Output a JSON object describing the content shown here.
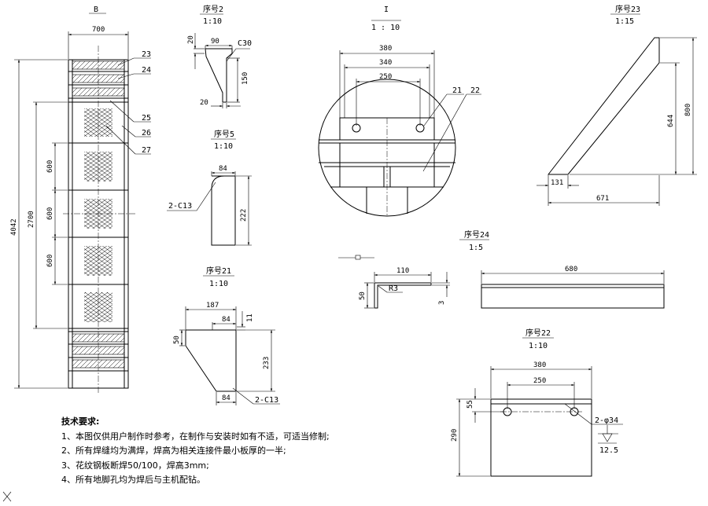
{
  "views": {
    "b": {
      "label": "B",
      "dim_width": "700",
      "dim_total": "4042",
      "dim_mid": "2700",
      "dim_a": "600",
      "dim_b": "600",
      "dim_c": "600",
      "tag_23": "23",
      "tag_24": "24",
      "tag_25": "25",
      "tag_26": "26",
      "tag_27": "27"
    },
    "detail_i": {
      "label": "I",
      "scale": "1 : 10",
      "dim_380": "380",
      "dim_340": "340",
      "dim_250": "250",
      "tag_21": "21",
      "tag_22": "22"
    },
    "part2": {
      "label": "序号2",
      "scale": "1:10",
      "d20a": "20",
      "d90": "90",
      "c30": "C30",
      "d150": "150",
      "d20b": "20"
    },
    "part5": {
      "label": "序号5",
      "scale": "1:10",
      "d84": "84",
      "c13": "2-C13",
      "d222": "222"
    },
    "part21": {
      "label": "序号21",
      "scale": "1:10",
      "d187": "187",
      "d84a": "84",
      "d11": "11",
      "d50": "50",
      "d233": "233",
      "d84b": "84",
      "c13": "2-C13"
    },
    "part23": {
      "label": "序号23",
      "scale": "1:15",
      "d800": "800",
      "d644": "644",
      "d131": "131",
      "d671": "671"
    },
    "part24": {
      "label": "序号24",
      "scale": "1:5",
      "d110": "110",
      "r3": "R3",
      "d50": "50",
      "d3": "3",
      "d680": "680"
    },
    "part22": {
      "label": "序号22",
      "scale": "1:10",
      "d380": "380",
      "d250": "250",
      "d55": "55",
      "d290": "290",
      "holes": "2-φ34",
      "rough": "12.5"
    }
  },
  "notes": {
    "title": "技术要求:",
    "items": [
      "1、本图仅供用户制作时参考，在制作与安装时如有不适，可适当修制;",
      "2、所有焊缝均为满焊，焊高为相关连接件最小板厚的一半;",
      "3、花纹钢板断焊50/100，焊高3mm;",
      "4、所有地脚孔均为焊后与主机配钻。"
    ]
  }
}
